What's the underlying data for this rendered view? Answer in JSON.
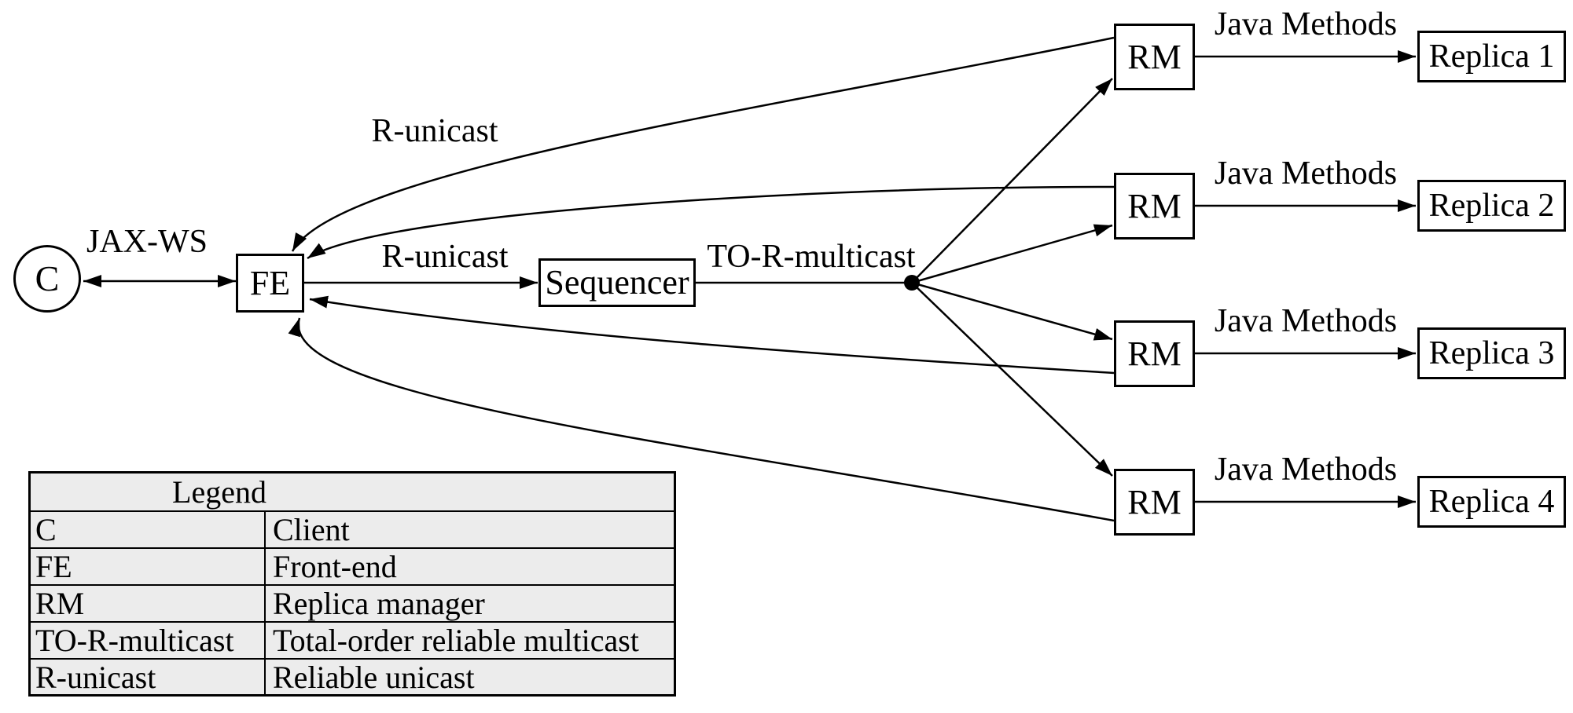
{
  "diagram": {
    "client_label": "C",
    "fe_label": "FE",
    "sequencer_label": "Sequencer",
    "rm_label": "RM",
    "replica_labels": [
      "Replica 1",
      "Replica 2",
      "Replica 3",
      "Replica 4"
    ],
    "edge_labels": {
      "jax_ws": "JAX-WS",
      "r_unicast_top": "R-unicast",
      "r_unicast_mid": "R-unicast",
      "to_r_multicast": "TO-R-multicast",
      "java_methods": "Java Methods"
    }
  },
  "legend": {
    "title": "Legend",
    "rows": [
      {
        "key": "C",
        "value": "Client"
      },
      {
        "key": "FE",
        "value": "Front-end"
      },
      {
        "key": "RM",
        "value": "Replica manager"
      },
      {
        "key": "TO-R-multicast",
        "value": "Total-order reliable multicast"
      },
      {
        "key": "R-unicast",
        "value": "Reliable unicast"
      }
    ]
  },
  "colors": {
    "ink": "#000000",
    "table_fill": "#ececec",
    "background": "#ffffff"
  }
}
